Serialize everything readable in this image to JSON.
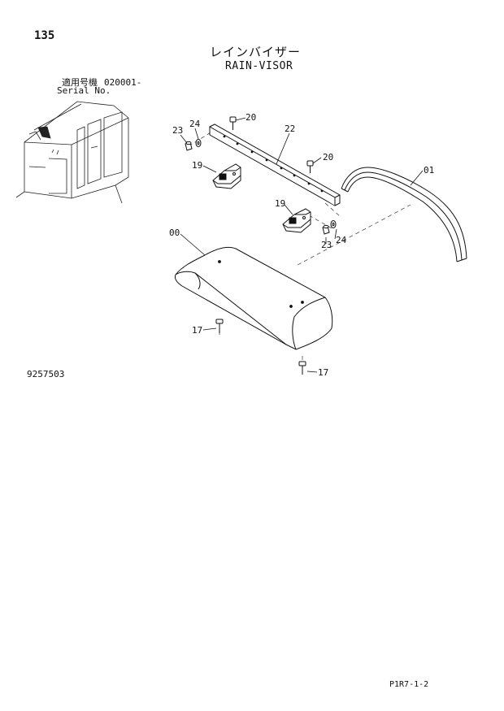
{
  "page": {
    "number": "135",
    "title_ja": "レインバイザー",
    "title_en": "RAIN-VISOR",
    "applicable_label": "適用号機",
    "serial_range": "020001-",
    "serial_label": "Serial No.",
    "reference_number": "9257503",
    "page_code": "P1R7-1-2"
  },
  "callouts": {
    "c20a": "20",
    "c24a": "24",
    "c23a": "23",
    "c22": "22",
    "c20b": "20",
    "c19a": "19",
    "c01": "01",
    "c19b": "19",
    "c00": "00",
    "c23b": "23",
    "c24b": "24",
    "c17a": "17",
    "c17b": "17"
  }
}
